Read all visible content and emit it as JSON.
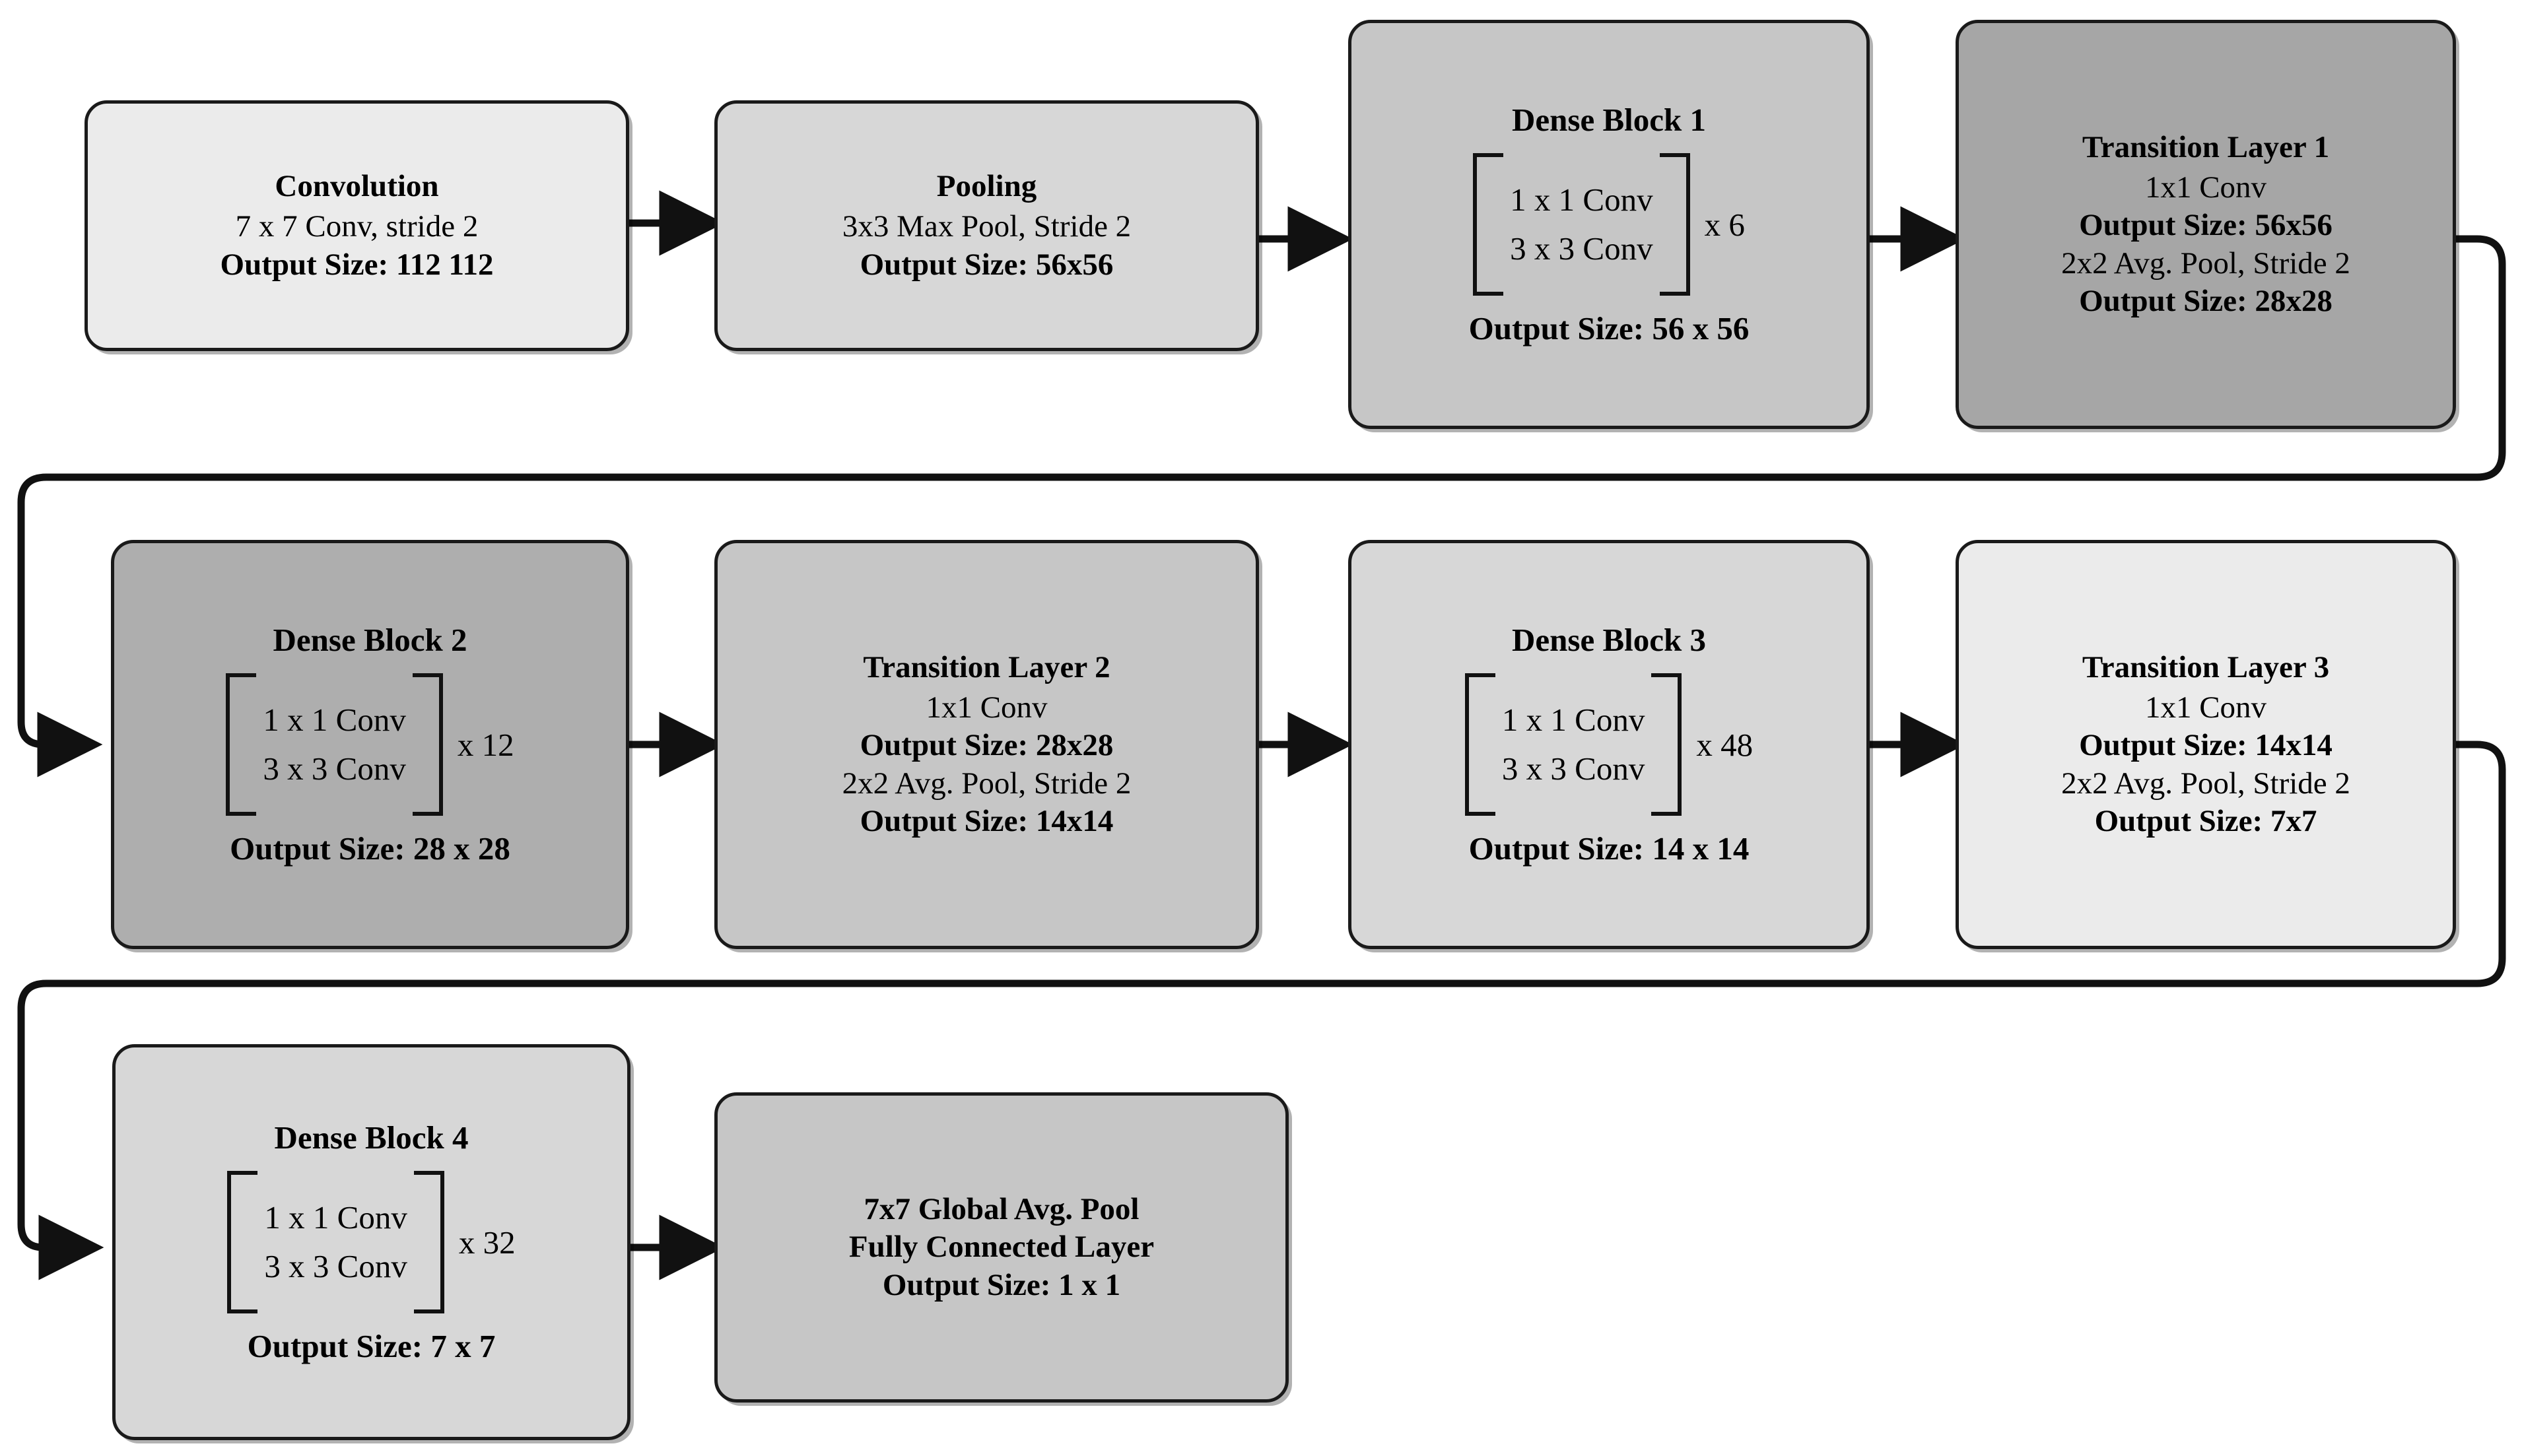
{
  "diagram": {
    "title": "DenseNet Architecture Flow Diagram",
    "colors": {
      "border": "#1a1a1a",
      "arrow": "#111111",
      "fill_lightest": "#ebebeb",
      "fill_light": "#d7d7d7",
      "fill_mid": "#c6c6c6",
      "fill_dark": "#aeaeae",
      "fill_darkest": "#a6a6a6",
      "background": "#ffffff"
    },
    "nodes": [
      {
        "id": "convolution",
        "title": "Convolution",
        "lines": [
          {
            "text": "7 x 7 Conv, stride 2",
            "bold": false
          },
          {
            "text": "Output Size: 112  112",
            "bold": true
          }
        ]
      },
      {
        "id": "pooling",
        "title": "Pooling",
        "lines": [
          {
            "text": "3x3 Max Pool, Stride 2",
            "bold": false
          },
          {
            "text": "Output Size: 56x56",
            "bold": true
          }
        ]
      },
      {
        "id": "dense-block-1",
        "title": "Dense Block 1",
        "bracket": [
          "1 x 1 Conv",
          "3 x 3 Conv"
        ],
        "multiplier": "x 6",
        "output": "Output Size: 56 x 56"
      },
      {
        "id": "transition-layer-1",
        "title": "Transition Layer 1",
        "lines": [
          {
            "text": "1x1 Conv",
            "bold": false
          },
          {
            "text": "Output Size: 56x56",
            "bold": true
          },
          {
            "text": "2x2 Avg. Pool, Stride 2",
            "bold": false
          },
          {
            "text": "Output Size: 28x28",
            "bold": true
          }
        ]
      },
      {
        "id": "dense-block-2",
        "title": "Dense Block 2",
        "bracket": [
          "1 x 1 Conv",
          "3 x 3 Conv"
        ],
        "multiplier": "x 12",
        "output": "Output Size: 28 x 28"
      },
      {
        "id": "transition-layer-2",
        "title": "Transition Layer 2",
        "lines": [
          {
            "text": "1x1 Conv",
            "bold": false
          },
          {
            "text": "Output Size: 28x28",
            "bold": true
          },
          {
            "text": "2x2 Avg. Pool, Stride 2",
            "bold": false
          },
          {
            "text": "Output Size: 14x14",
            "bold": true
          }
        ]
      },
      {
        "id": "dense-block-3",
        "title": "Dense Block 3",
        "bracket": [
          "1 x 1 Conv",
          "3 x 3 Conv"
        ],
        "multiplier": "x 48",
        "output": "Output Size: 14 x 14"
      },
      {
        "id": "transition-layer-3",
        "title": "Transition Layer 3",
        "lines": [
          {
            "text": "1x1 Conv",
            "bold": false
          },
          {
            "text": "Output Size: 14x14",
            "bold": true
          },
          {
            "text": "2x2 Avg. Pool, Stride 2",
            "bold": false
          },
          {
            "text": "Output Size: 7x7",
            "bold": true
          }
        ]
      },
      {
        "id": "dense-block-4",
        "title": "Dense Block 4",
        "bracket": [
          "1 x 1 Conv",
          "3 x 3 Conv"
        ],
        "multiplier": "x 32",
        "output": "Output Size: 7 x 7"
      },
      {
        "id": "classification-head",
        "lines": [
          {
            "text": "7x7 Global Avg. Pool",
            "bold": true
          },
          {
            "text": "Fully Connected Layer",
            "bold": true
          },
          {
            "text": "Output Size: 1 x 1",
            "bold": true
          }
        ]
      }
    ],
    "flow": [
      "convolution",
      "pooling",
      "dense-block-1",
      "transition-layer-1",
      "dense-block-2",
      "transition-layer-2",
      "dense-block-3",
      "transition-layer-3",
      "dense-block-4",
      "classification-head"
    ]
  }
}
